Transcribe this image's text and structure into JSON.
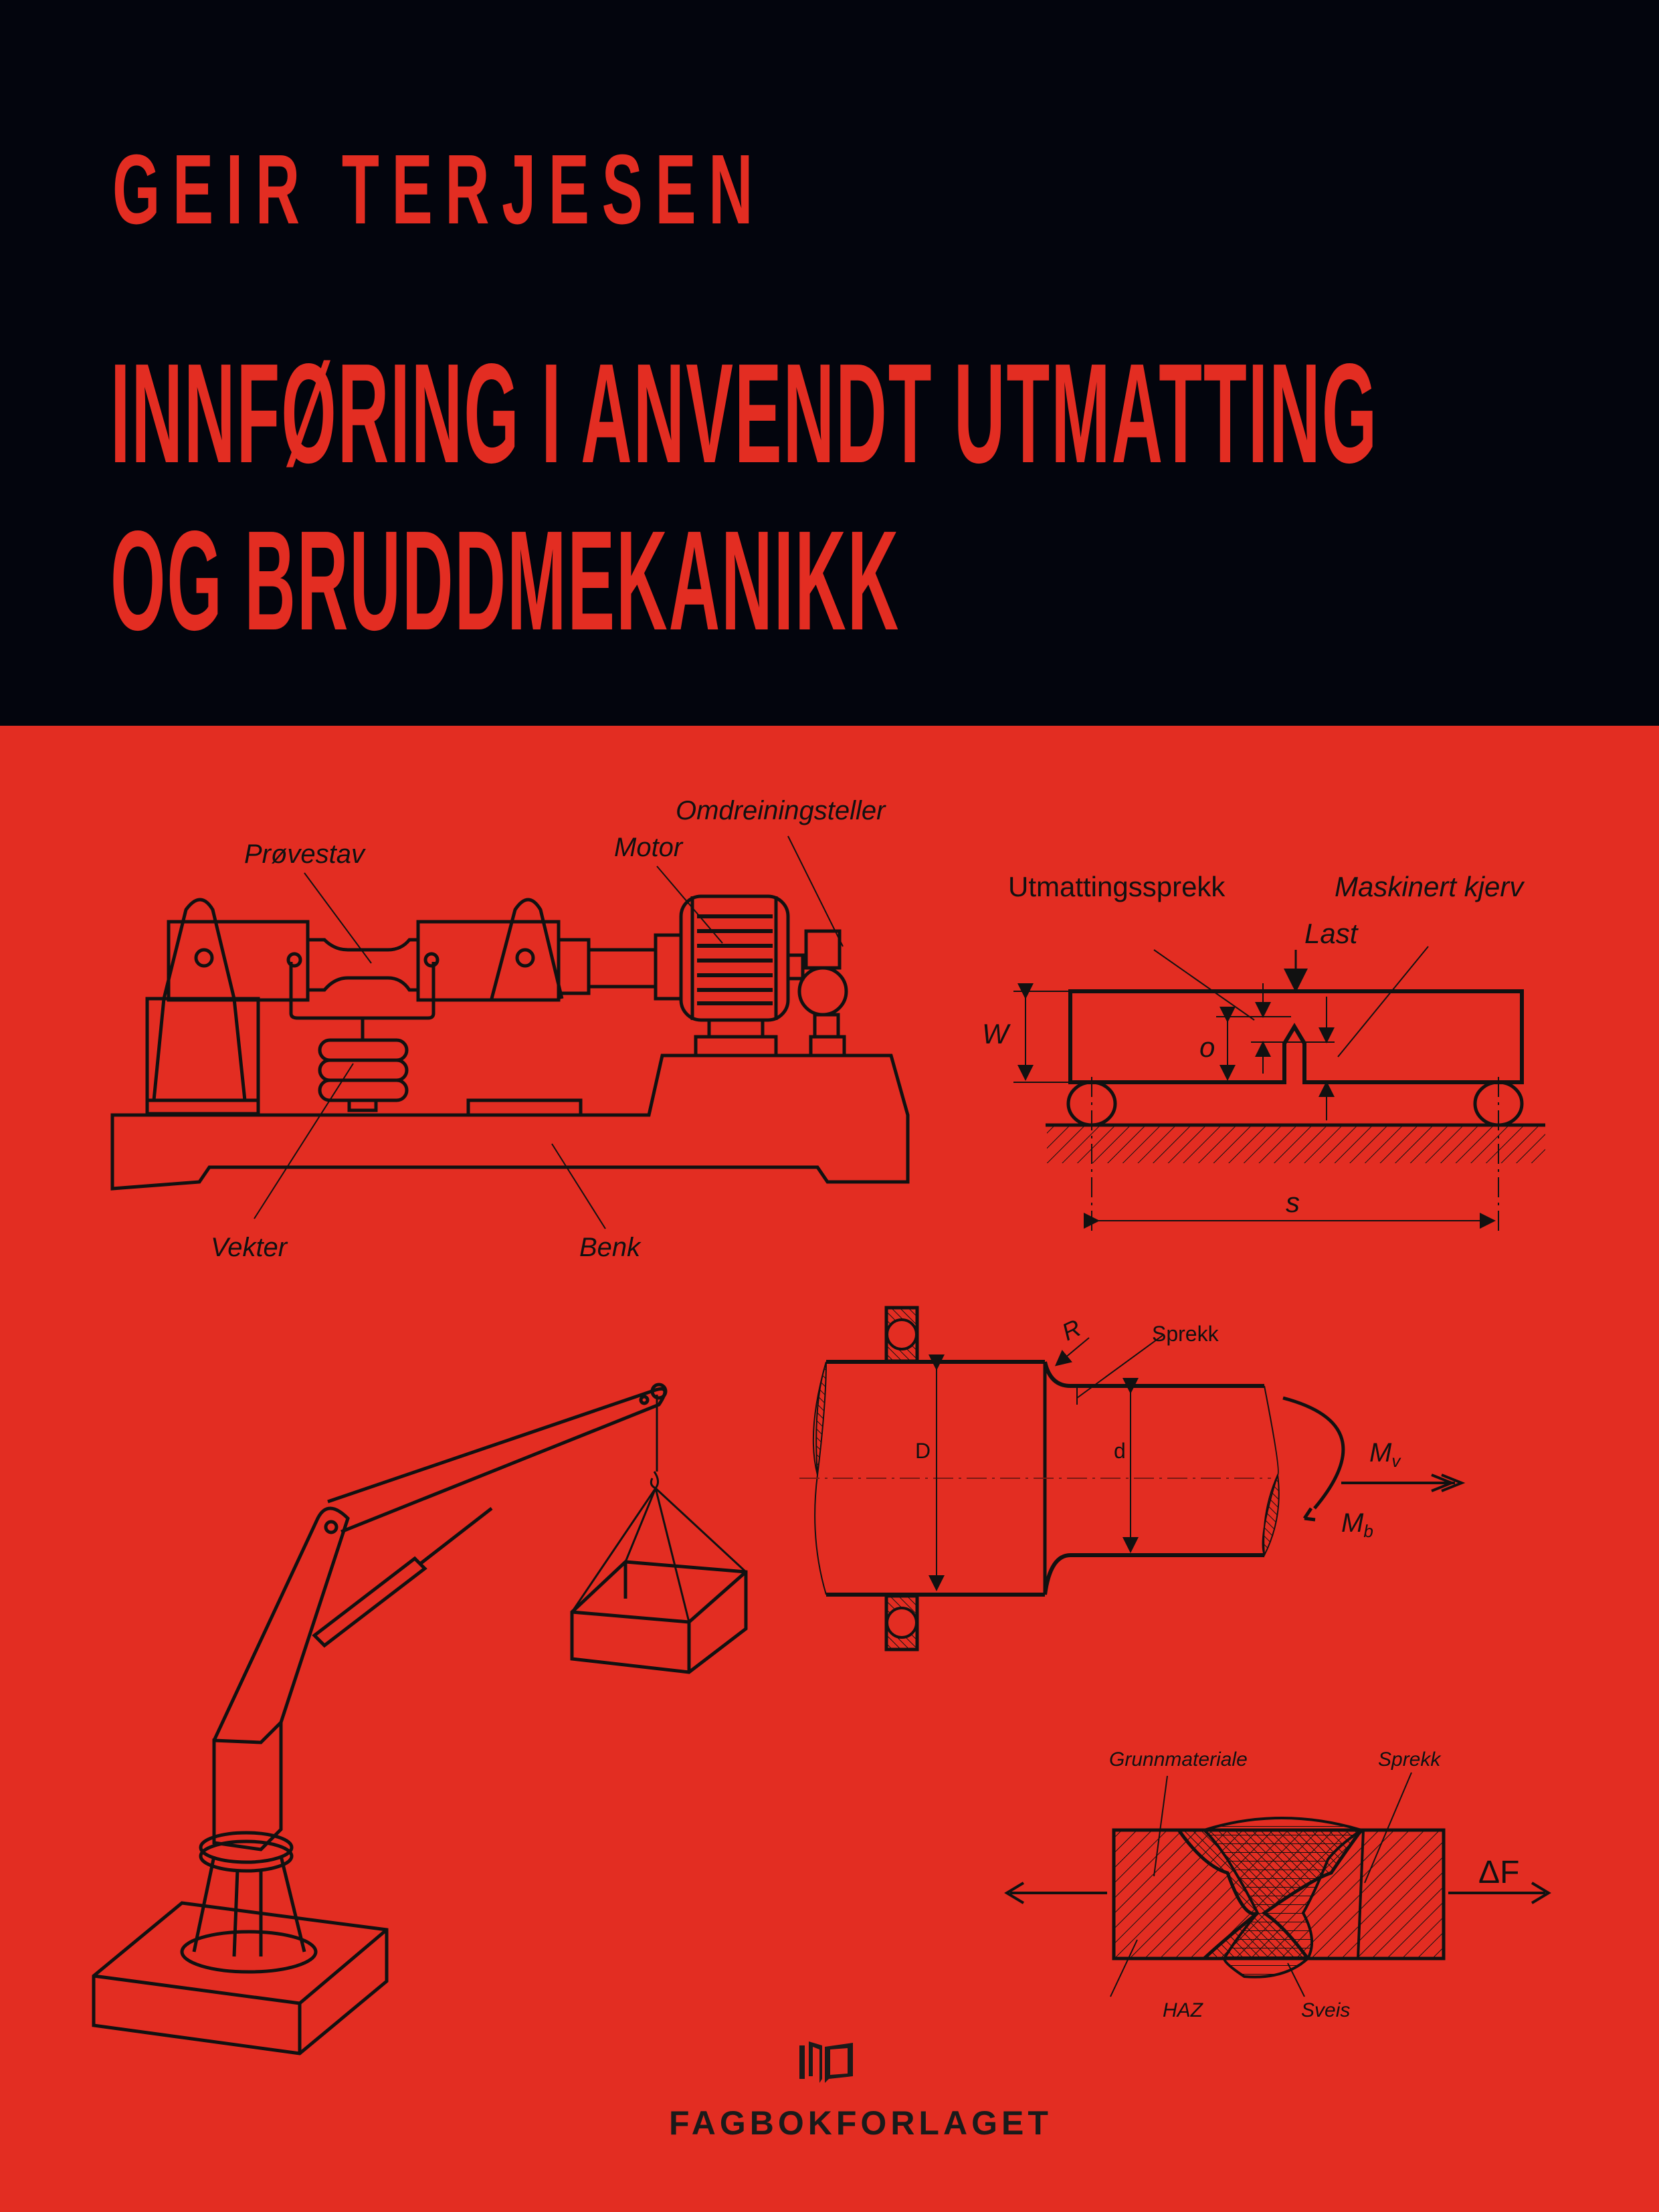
{
  "cover": {
    "author": "GEIR TERJESEN",
    "title_line1": "INNFØRING I ANVENDT UTMATTING",
    "title_line2": "OG BRUDDMEKANIKK",
    "publisher": "FAGBOKFORLAGET",
    "colors": {
      "top_band": "#03050d",
      "background": "#e32d22",
      "title_text": "#e32d22",
      "linework": "#111111"
    }
  },
  "figures": {
    "fatigue_machine": {
      "labels": {
        "specimen": "Prøvestav",
        "motor": "Motor",
        "counter": "Omdreiningsteller",
        "weights": "Vekter",
        "bench": "Benk"
      }
    },
    "three_point_bend": {
      "labels": {
        "fatigue_crack": "Utmattingssprekk",
        "machined_notch": "Maskinert kjerv",
        "load": "Last",
        "width": "W",
        "notch_depth": "o",
        "span": "s"
      }
    },
    "shaft": {
      "labels": {
        "radius": "R",
        "crack": "Sprekk",
        "big_diameter": "D",
        "small_diameter": "d",
        "torque": "Mv",
        "bending": "Mb",
        "torque_sub": "v",
        "bending_sub": "b",
        "torque_main": "M",
        "bending_main": "M"
      }
    },
    "weld": {
      "labels": {
        "base_material": "Grunnmateriale",
        "crack": "Sprekk",
        "haz": "HAZ",
        "weld": "Sveis",
        "force": "ΔF"
      }
    },
    "crane": {
      "labels": {}
    }
  }
}
